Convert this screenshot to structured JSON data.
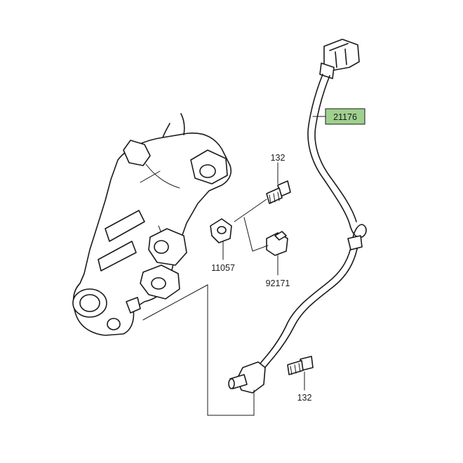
{
  "parts": [
    {
      "id": "p21176",
      "label": "21176",
      "highlight_color": "#9fd18e"
    },
    {
      "id": "p132a",
      "label": "132"
    },
    {
      "id": "p11057",
      "label": "11057"
    },
    {
      "id": "p92171",
      "label": "92171"
    },
    {
      "id": "p132b",
      "label": "132"
    }
  ],
  "colors": {
    "ink": "#1a1a1a",
    "highlight": "#9fd18e",
    "background": "#ffffff"
  }
}
